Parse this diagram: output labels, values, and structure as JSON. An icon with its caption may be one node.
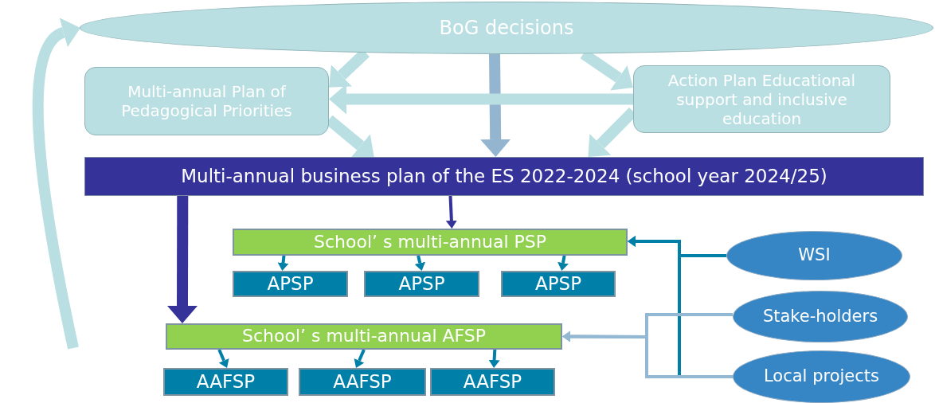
{
  "diagram": {
    "nodes": [
      {
        "text": [
          "BoG decisions"
        ]
      },
      {
        "text": [
          "Multi-annual Plan of Pedagogical Priorities"
        ]
      },
      {
        "text": [
          "Action Plan Educational support and inclusive education"
        ]
      },
      {
        "text": [
          "Multi-annual business plan of the ES 2022-2024 (school year 2024/25)"
        ]
      },
      {
        "text": [
          "School’ s multi-annual PSP"
        ]
      },
      {
        "text": [
          "APSP"
        ]
      },
      {
        "text": [
          "APSP"
        ]
      },
      {
        "text": [
          "APSP"
        ]
      },
      {
        "text": [
          "School’ s multi-annual AFSP"
        ]
      },
      {
        "text": [
          "AAFSP"
        ]
      },
      {
        "text": [
          "AAFSP"
        ]
      },
      {
        "text": [
          "AAFSP"
        ]
      },
      {
        "text": [
          "WSI"
        ]
      },
      {
        "text": [
          "Stake-holders"
        ]
      },
      {
        "text": [
          "Local projects"
        ]
      }
    ],
    "edges": [
      {
        "from": 0,
        "to": 1,
        "arrow": "to",
        "style": "thick",
        "color": "#b9dfe2"
      },
      {
        "from": 0,
        "to": 3,
        "arrow": "to",
        "style": "thick",
        "color": "#93b5d0"
      },
      {
        "from": 0,
        "to": 2,
        "arrow": "to",
        "style": "thick",
        "color": "#b9dfe2"
      },
      {
        "from": 2,
        "to": 1,
        "arrow": "to",
        "style": "thick",
        "color": "#b9dfe2"
      },
      {
        "from": 1,
        "to": 3,
        "arrow": "to",
        "style": "thick",
        "color": "#b9dfe2"
      },
      {
        "from": 2,
        "to": 3,
        "arrow": "to",
        "style": "thick",
        "color": "#b9dfe2"
      },
      {
        "from": 3,
        "to": 4,
        "arrow": "to",
        "color": "#353399"
      },
      {
        "from": 3,
        "to": 8,
        "arrow": "to",
        "style": "thick",
        "color": "#353399"
      },
      {
        "from": 4,
        "to": 5,
        "arrow": "to"
      },
      {
        "from": 4,
        "to": 6,
        "arrow": "to"
      },
      {
        "from": 4,
        "to": 7,
        "arrow": "to"
      },
      {
        "from": 8,
        "to": 9,
        "arrow": "to"
      },
      {
        "from": 8,
        "to": 10,
        "arrow": "to"
      },
      {
        "from": 8,
        "to": 11,
        "arrow": "to"
      },
      {
        "from": 12,
        "to": 4,
        "arrow": "to"
      },
      {
        "from": 14,
        "to": 4,
        "arrow": "to"
      },
      {
        "from": 13,
        "to": 8,
        "arrow": "to",
        "color": "#93b8d3"
      },
      {
        "from": 14,
        "to": 8,
        "arrow": "to",
        "color": "#93b8d3"
      },
      {
        "from": null,
        "to": 0,
        "arrow": "to",
        "style": "thick",
        "color": "#b9dfe2"
      }
    ]
  }
}
